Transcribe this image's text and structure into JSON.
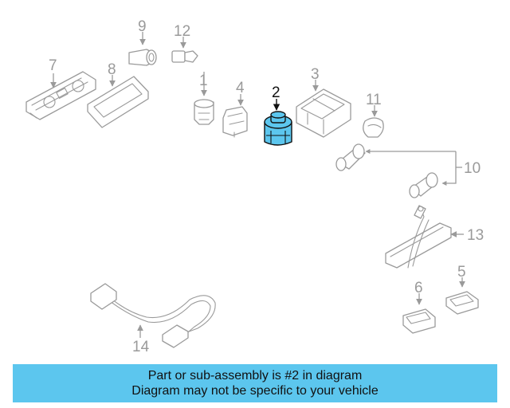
{
  "diagram": {
    "highlight_color": "#5cc6ee",
    "callouts": {
      "c1": "1",
      "c2": "2",
      "c3": "3",
      "c4": "4",
      "c5": "5",
      "c6": "6",
      "c7": "7",
      "c8": "8",
      "c9": "9",
      "c10": "10",
      "c11": "11",
      "c12": "12",
      "c13": "13",
      "c14": "14"
    }
  },
  "banner": {
    "line1": "Part or sub-assembly is #2 in diagram",
    "line2": "Diagram may not be specific to your vehicle",
    "background": "#5cc6ee"
  }
}
